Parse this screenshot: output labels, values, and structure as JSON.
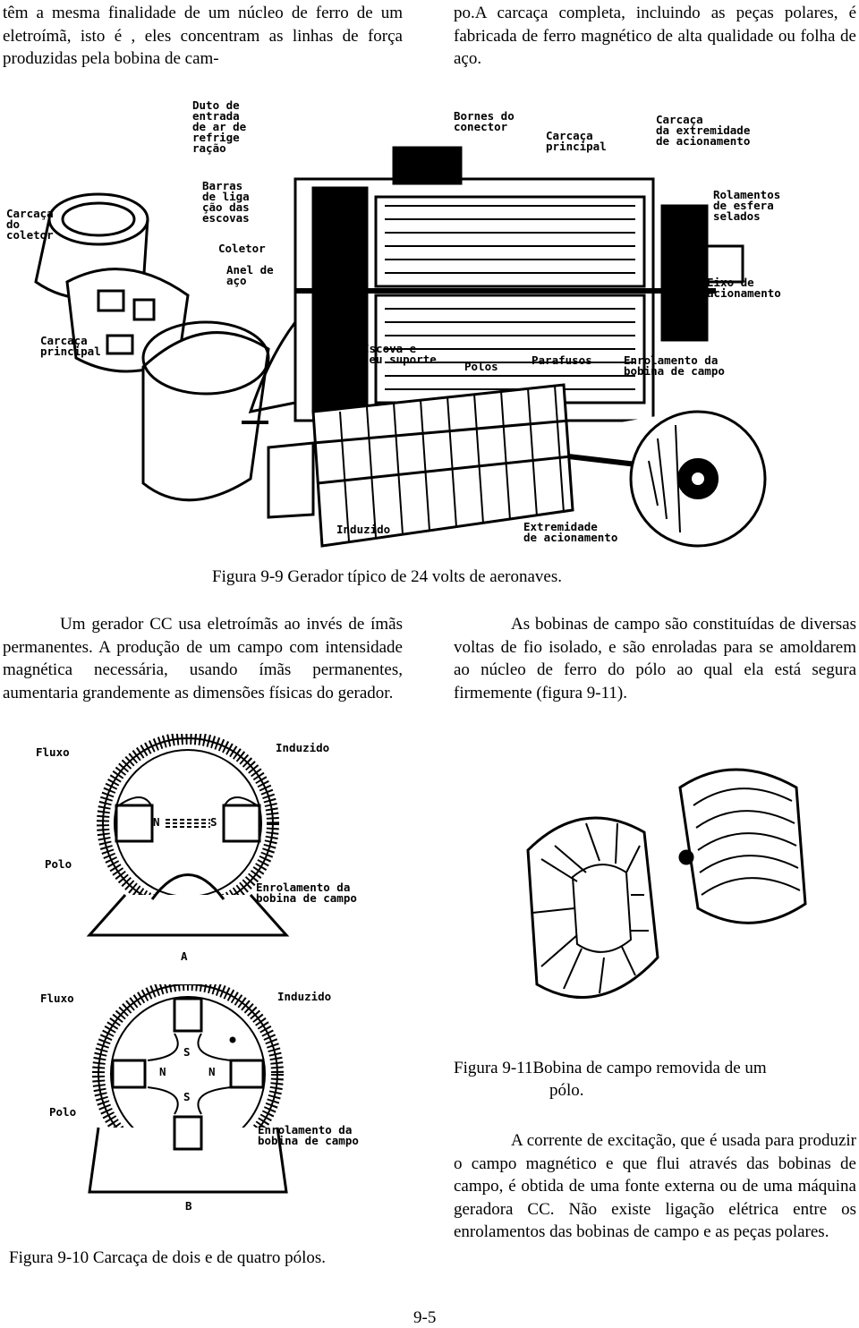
{
  "top_left_text": "têm a mesma finalidade de um núcleo de ferro de um eletroímã, isto é , eles concentram as linhas de força produzidas pela bobina de cam-",
  "top_right_text": "po.A carcaça completa, incluindo as peças polares, é fabricada de ferro magnético de alta qualidade ou folha de aço.",
  "figure_9_9": {
    "caption": "Figura 9-9 Gerador típico de 24 volts de aeronaves.",
    "labels": {
      "duto": "Duto de\nentrada\nde ar de\nrefrige\nração",
      "bornes": "Bornes do\nconector",
      "carcaca_principal_top": "Carcaça\nprincipal",
      "carcaca_extremidade": "Carcaça\nda extremidade\nde acionamento",
      "carcaca_coletor": "Carcaça\ndo\ncoletor",
      "barras": "Barras\nde liga\nção das\nescovas",
      "rolamentos": "Rolamentos\nde esfera\nselados",
      "coletor": "Coletor",
      "anel": "Anel de\naço",
      "eixo": "Eixo de\nacionamento",
      "carcaca_principal_left": "Carcaça\nprincipal",
      "escova": "Escova e\nseu suporte",
      "polos": "Polos",
      "parafusos": "Parafusos",
      "enrolamento": "Enrolamento da\nbobina de campo",
      "induzido": "Induzido",
      "extremidade": "Extremidade\nde acionamento"
    }
  },
  "left_paragraph": "Um gerador CC usa eletroímãs ao invés de ímãs permanentes. A produção de um campo com intensidade magnética necessária, usando ímãs permanentes, aumentaria grandemente as dimensões físicas do gerador.",
  "right_paragraph_1": "As bobinas de campo são constituídas de diversas voltas de fio isolado, e são enroladas para se amoldarem ao núcleo de ferro do pólo ao qual ela está segura firmemente (figura 9-11).",
  "figure_9_10": {
    "caption": "Figura 9-10 Carcaça de dois e de quatro pólos.",
    "a": {
      "fluxo": "Fluxo",
      "induzido": "Induzido",
      "polo": "Polo",
      "enrolamento": "Enrolamento da\nbobina de campo",
      "n": "N",
      "s": "S",
      "letter": "A"
    },
    "b": {
      "fluxo": "Fluxo",
      "induzido": "Induzido",
      "polo": "Polo",
      "enrolamento": "Enrolamento da\nbobina de campo",
      "n1": "N",
      "n2": "N",
      "s1": "S",
      "s2": "S",
      "letter": "B"
    }
  },
  "figure_9_11": {
    "caption_line1": "Figura 9-11Bobina de campo removida de um",
    "caption_line2": "pólo."
  },
  "right_paragraph_2": "A corrente de excitação, que é usada para produzir o campo magnético e que flui através das bobinas de campo, é obtida de uma fonte externa ou de uma máquina geradora CC. Não existe ligação elétrica entre os enrolamentos das bobinas de campo e as peças polares.",
  "page_number": "9-5"
}
